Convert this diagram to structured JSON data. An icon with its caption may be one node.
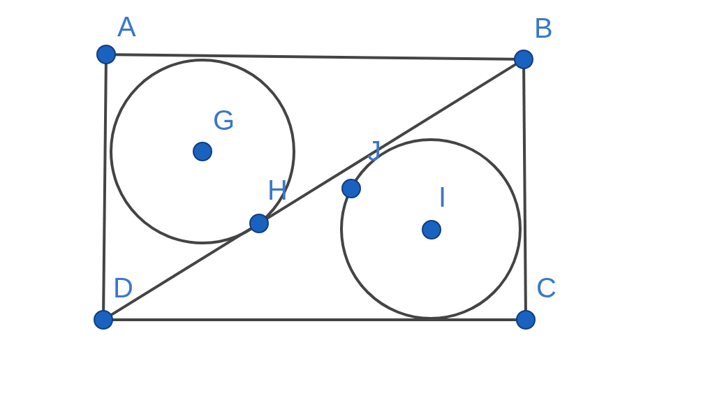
{
  "diagram": {
    "nodes": [
      {
        "text": [],
        "shape": "circle",
        "beside": [
          "A"
        ]
      },
      {
        "text": [],
        "shape": "circle",
        "beside": [
          "B"
        ]
      },
      {
        "text": [],
        "shape": "circle",
        "beside": [
          "G"
        ]
      },
      {
        "text": [],
        "shape": "circle",
        "beside": [
          "J"
        ]
      },
      {
        "text": [],
        "shape": "circle",
        "beside": [
          "H"
        ]
      },
      {
        "text": [],
        "shape": "circle",
        "beside": [
          "I"
        ]
      },
      {
        "text": [],
        "shape": "circle",
        "beside": [
          "D"
        ]
      },
      {
        "text": [],
        "shape": "circle",
        "beside": [
          "C"
        ]
      }
    ],
    "edges": [
      {
        "from": 0,
        "to": 1,
        "arrow": "none"
      },
      {
        "from": 1,
        "to": 7,
        "arrow": "none"
      },
      {
        "from": 7,
        "to": 6,
        "arrow": "none"
      },
      {
        "from": 6,
        "to": 0,
        "arrow": "none"
      },
      {
        "from": 6,
        "to": 4,
        "arrow": "none"
      },
      {
        "from": 4,
        "to": 1,
        "arrow": "none"
      }
    ]
  }
}
